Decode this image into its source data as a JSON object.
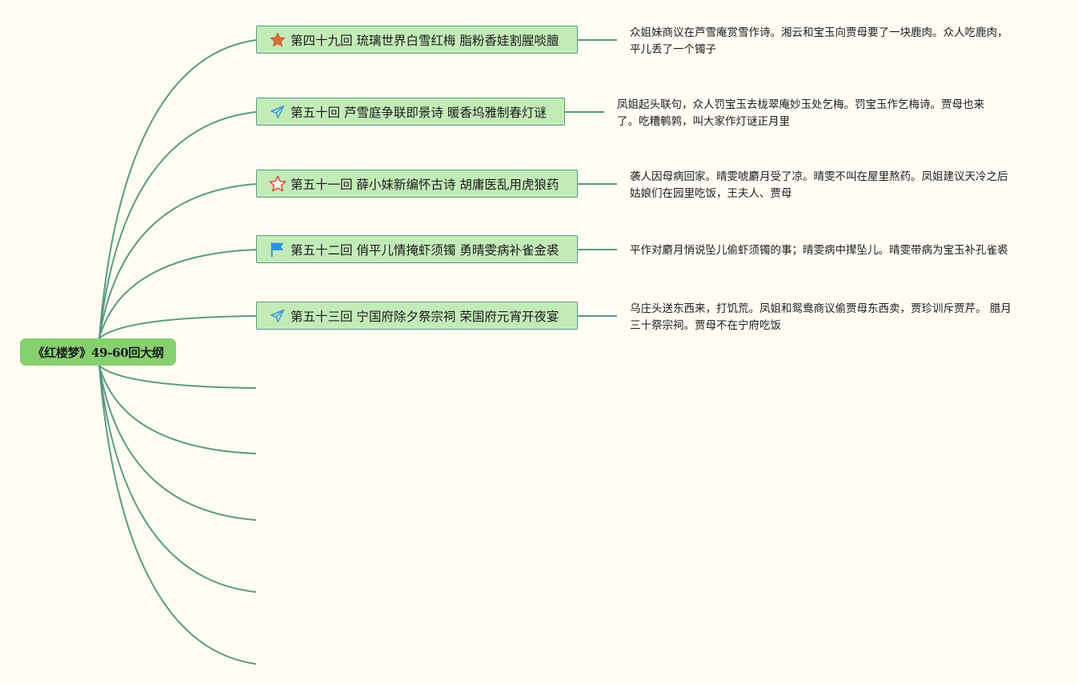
{
  "root": {
    "label": "《红楼梦》49-60回大纲"
  },
  "chapters": [
    {
      "title": "第四十九回 琉璃世界白雪红梅 脂粉香娃割腥啖膻",
      "icon": "star-filled-icon",
      "note_lines": [
        "众姐妹商议在芦雪庵赏雪作诗。湘云和宝玉向贾母要了一块鹿肉。众人吃鹿肉，",
        "平儿丢了一个镯子"
      ]
    },
    {
      "title": "第五十回 芦雪庭争联即景诗 暖香坞雅制春灯谜",
      "icon": "paper-plane-icon",
      "note_lines": [
        "凤姐起头联句，众人罚宝玉去栊翠庵妙玉处乞梅。罚宝玉作乞梅诗。贾母也来",
        "了。吃糟鹌鹑，叫大家作灯谜正月里"
      ]
    },
    {
      "title": "第五十一回 薛小妹新编怀古诗 胡庸医乱用虎狼药",
      "icon": "star-outline-icon",
      "note_lines": [
        "袭人因母病回家。晴雯唬麝月受了凉。晴雯不叫在屋里熬药。凤姐建议天冷之后",
        "姑娘们在园里吃饭，王夫人、贾母"
      ]
    },
    {
      "title": "第五十二回 俏平儿情掩虾须镯 勇晴雯病补雀金裘",
      "icon": "flag-icon",
      "note_lines": [
        "平作对麝月悄说坠儿偷虾须镯的事；晴雯病中撵坠儿。晴雯带病为宝玉补孔雀裘"
      ]
    },
    {
      "title": "第五十三回 宁国府除夕祭宗祠 荣国府元宵开夜宴",
      "icon": "paper-plane-icon",
      "note_lines": [
        "乌庄头送东西来，打饥荒。凤姐和鸳鸯商议偷贾母东西卖，贾珍训斥贾芹。 腊月",
        "三十祭宗祠。贾母不在宁府吃饭"
      ]
    }
  ],
  "colors": {
    "background": "#fefcf3",
    "root_fill": "#86d070",
    "topic_fill": "#c3ebb8",
    "topic_border": "#5a9b82",
    "connector": "#5a9b82",
    "star_filled": "#e06a35",
    "star_outline": "#d9523b",
    "plane": "#3b9ad9",
    "flag": "#2f8fe0"
  }
}
